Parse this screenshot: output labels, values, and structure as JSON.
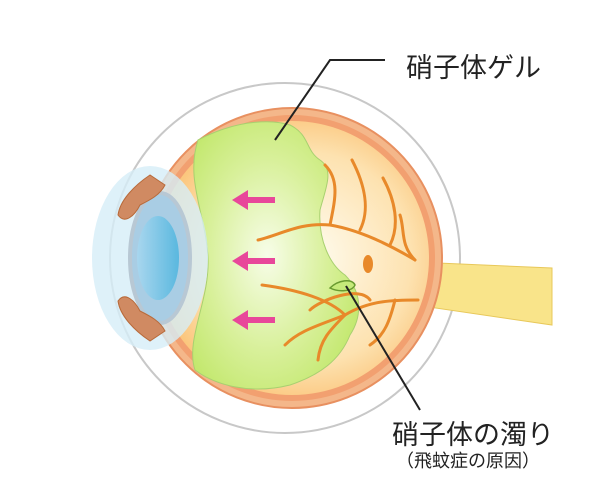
{
  "labels": {
    "vitreous_gel": "硝子体ゲル",
    "vitreous_opacity": "硝子体の濁り",
    "opacity_note": "（飛蚊症の原因）"
  },
  "colors": {
    "gel": "#c6ea7a",
    "sclera": "#f2a070",
    "vessels": "#e8892a",
    "arrows": "#e8479a",
    "optic_nerve": "#f9e48a",
    "cornea": "#8ec8ec"
  }
}
